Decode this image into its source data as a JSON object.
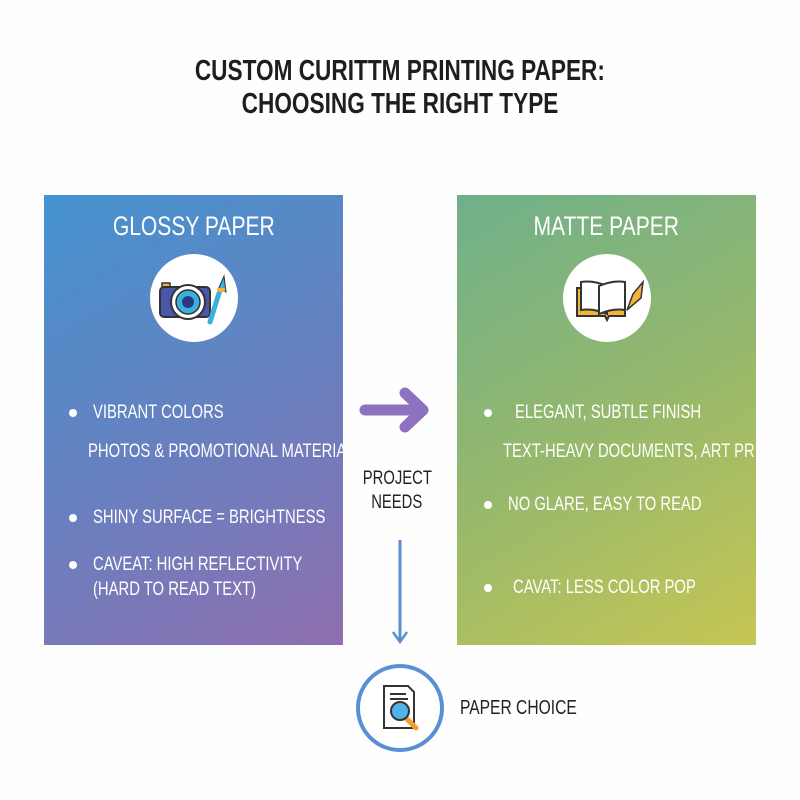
{
  "title": {
    "line1": "CUSTOM CURITTM PRINTING PAPER:",
    "line2": "CHOOSING THE RIGHT TYPE"
  },
  "glossy": {
    "title": "GLOSSY PAPER",
    "icon": "camera-with-paintbrush-icon",
    "items": [
      "VIBRANT COLORS",
      "PHOTOS & PROMOTIONAL MATERIALS",
      "SHINY SURFACE = BRIGHTNESS",
      "CAVEAT: HIGH REFLECTIVITY",
      "(HARD TO READ TEXT)"
    ]
  },
  "matte": {
    "title": "MATTE PAPER",
    "icon": "open-book-with-pen-icon",
    "items": [
      "ELEGANT, SUBTLE FINISH",
      "TEXT-HEAVY DOCUMENTS, ART PRINTS",
      "NO GLARE, EASY TO READ",
      "CAVAT: LESS COLOR POP"
    ]
  },
  "center": {
    "line1": "PROJECT",
    "line2": "NEEDS"
  },
  "choice": {
    "label": "PAPER CHOICE",
    "icon": "document-magnifier-icon"
  },
  "colors": {
    "glossy_start": "#4493cf",
    "glossy_end": "#8f6fb0",
    "matte_start": "#6fb08a",
    "matte_end": "#c6c653",
    "arrow": "#8e72c0",
    "down_arrow": "#5b8fd3"
  }
}
